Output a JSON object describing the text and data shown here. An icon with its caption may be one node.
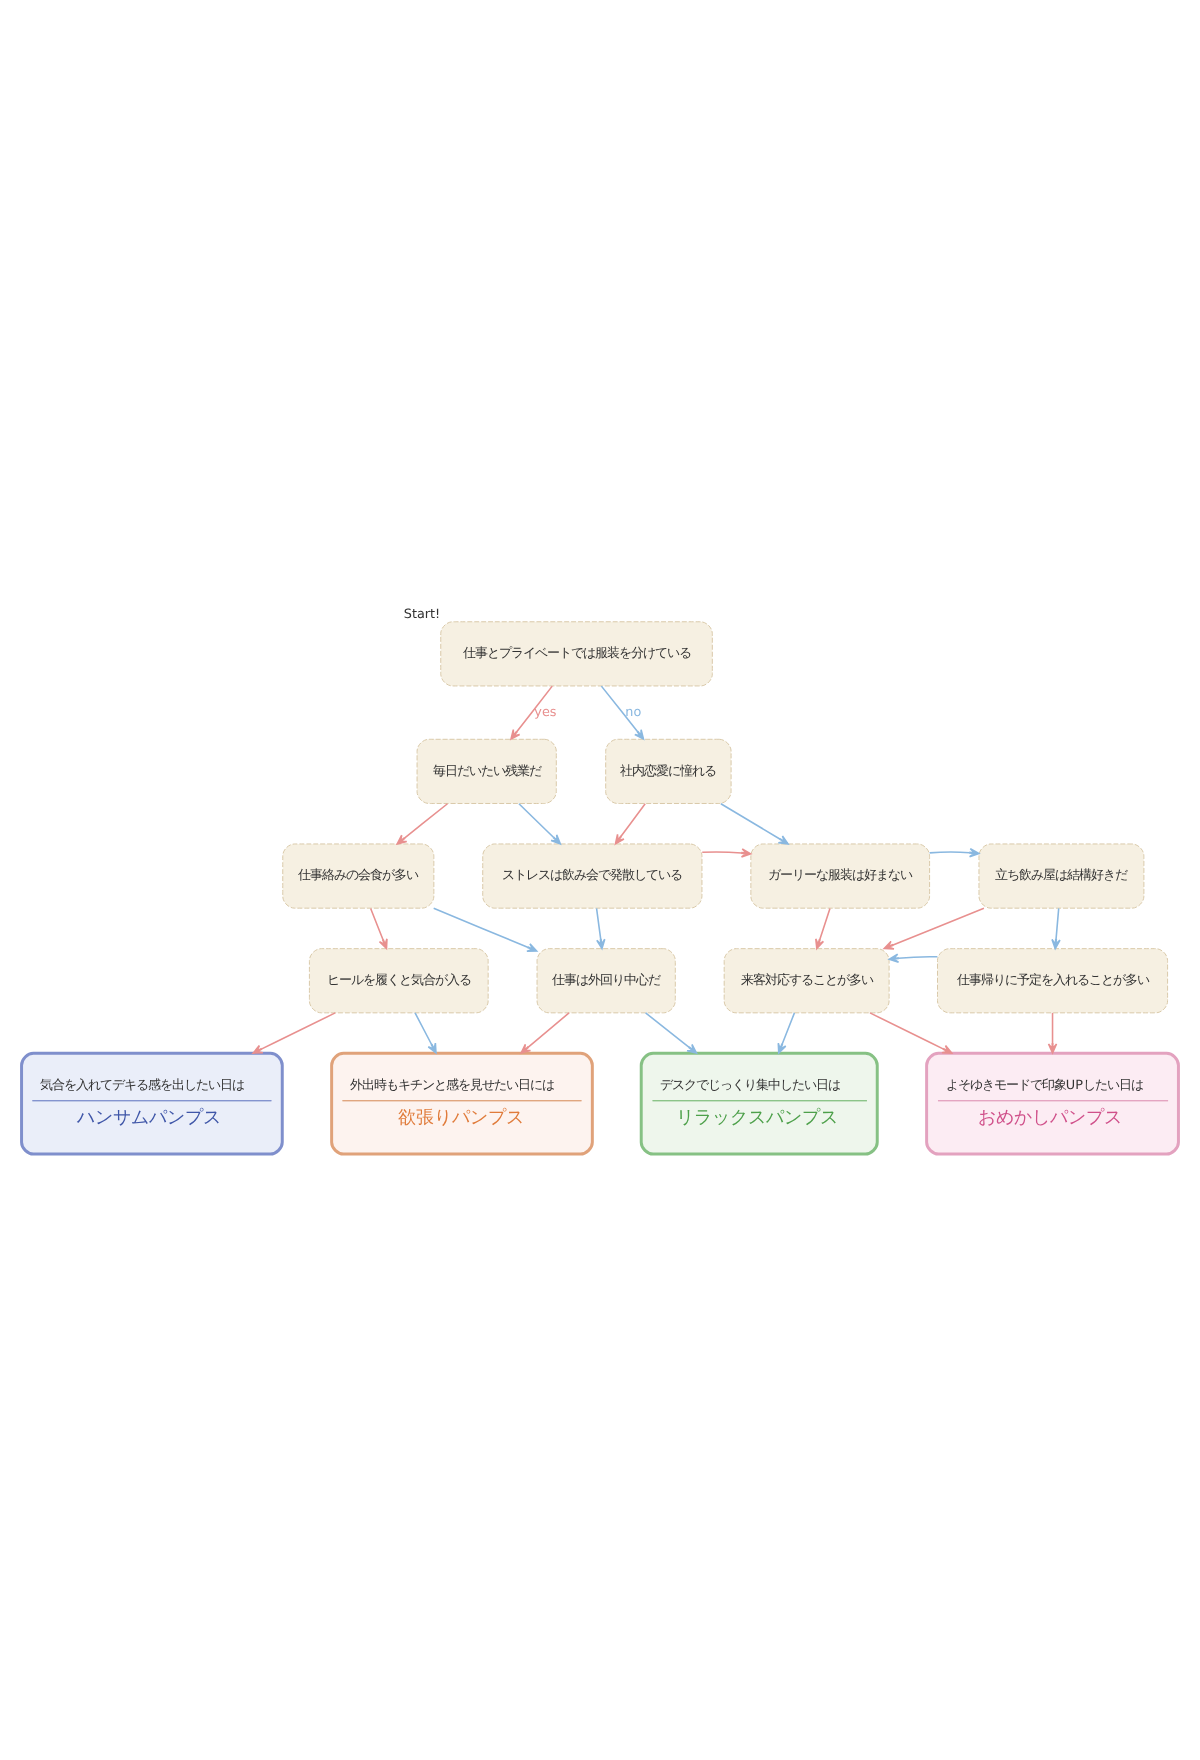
{
  "diagram": {
    "nodes": [
      {
        "text": [
          "仕事とプライベートでは服装を分けている"
        ],
        "beside": [
          "Start!"
        ]
      },
      {
        "text": [
          "毎日だいたい残業だ"
        ]
      },
      {
        "text": [
          "社内恋愛に憧れる"
        ]
      },
      {
        "text": [
          "仕事絡みの会食が多い"
        ]
      },
      {
        "text": [
          "ストレスは飲み会で発散している"
        ]
      },
      {
        "text": [
          "ガーリーな服装は好まない"
        ]
      },
      {
        "text": [
          "立ち飲み屋は結構好きだ"
        ]
      },
      {
        "text": [
          "ヒールを履くと気合が入る"
        ]
      },
      {
        "text": [
          "仕事は外回り中心だ"
        ]
      },
      {
        "text": [
          "来客対応することが多い"
        ]
      },
      {
        "text": [
          "仕事帰りに予定を入れることが多い"
        ]
      },
      {
        "text": [
          "気合を入れてデキる感を出したい日は",
          "ハンサムパンプス"
        ]
      },
      {
        "text": [
          "外出時もキチンと感を見せたい日には",
          "欲張りパンプス"
        ]
      },
      {
        "text": [
          "デスクでじっくり集中したい日は",
          "リラックスパンプス"
        ]
      },
      {
        "text": [
          "よそゆきモードで印象UPしたい日は",
          "おめかしパンプス"
        ]
      }
    ],
    "edges": [
      {
        "from": 0,
        "to": 1,
        "arrow": "to",
        "label": "yes",
        "color": "#e8908f"
      },
      {
        "from": 0,
        "to": 2,
        "arrow": "to",
        "label": "no",
        "color": "#8ab8e0"
      },
      {
        "from": 1,
        "to": 3,
        "arrow": "to",
        "color": "#e8908f"
      },
      {
        "from": 1,
        "to": 4,
        "arrow": "to",
        "color": "#8ab8e0"
      },
      {
        "from": 2,
        "to": 4,
        "arrow": "to",
        "color": "#e8908f"
      },
      {
        "from": 2,
        "to": 5,
        "arrow": "to",
        "color": "#8ab8e0"
      },
      {
        "from": 4,
        "to": 5,
        "arrow": "to",
        "color": "#e8908f"
      },
      {
        "from": 5,
        "to": 6,
        "arrow": "to",
        "color": "#8ab8e0"
      },
      {
        "from": 3,
        "to": 7,
        "arrow": "to",
        "color": "#e8908f"
      },
      {
        "from": 3,
        "to": 8,
        "arrow": "to",
        "color": "#8ab8e0"
      },
      {
        "from": 4,
        "to": 8,
        "arrow": "to",
        "color": "#8ab8e0"
      },
      {
        "from": 5,
        "to": 9,
        "arrow": "to",
        "color": "#e8908f"
      },
      {
        "from": 6,
        "to": 9,
        "arrow": "to",
        "color": "#e8908f"
      },
      {
        "from": 6,
        "to": 10,
        "arrow": "to",
        "color": "#8ab8e0"
      },
      {
        "from": 10,
        "to": 9,
        "arrow": "to",
        "color": "#8ab8e0"
      },
      {
        "from": 7,
        "to": 11,
        "arrow": "to",
        "color": "#e8908f"
      },
      {
        "from": 7,
        "to": 12,
        "arrow": "to",
        "color": "#8ab8e0"
      },
      {
        "from": 8,
        "to": 12,
        "arrow": "to",
        "color": "#e8908f"
      },
      {
        "from": 8,
        "to": 13,
        "arrow": "to",
        "color": "#8ab8e0"
      },
      {
        "from": 9,
        "to": 13,
        "arrow": "to",
        "color": "#8ab8e0"
      },
      {
        "from": 9,
        "to": 14,
        "arrow": "to",
        "color": "#e8908f"
      },
      {
        "from": 10,
        "to": 14,
        "arrow": "to",
        "color": "#e8908f"
      }
    ]
  }
}
